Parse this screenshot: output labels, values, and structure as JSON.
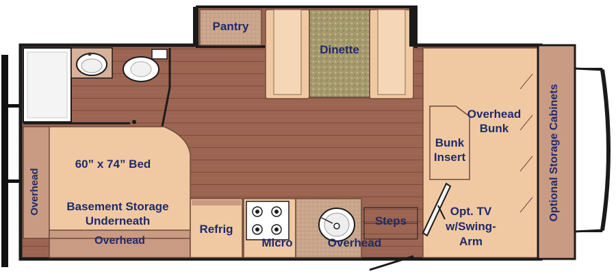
{
  "labels": {
    "pantry": "Pantry",
    "dinette": "Dinette",
    "bed": "60” x 74” Bed",
    "basement_1": "Basement Storage",
    "basement_2": "Underneath",
    "overhead_left": "Overhead",
    "overhead_bottom": "Overhead",
    "refrig": "Refrig",
    "micro": "Micro",
    "overhead_kitchen": "Overhead",
    "steps": "Steps",
    "overhead_bunk_1": "Overhead",
    "overhead_bunk_2": "Bunk",
    "bunk_insert_1": "Bunk",
    "bunk_insert_2": "Insert",
    "tv_1": "Opt. TV",
    "tv_2": "w/Swing-",
    "tv_3": "Arm",
    "storage_cabinets": "Optional Storage Cabinets"
  },
  "colors": {
    "floor": "#9c6552",
    "tan": "#f0c9a3",
    "cabinet": "#c99b82",
    "label": "#1f2a6b",
    "wall": "#1a1a1a",
    "dinette_fabric": "#a59a6e"
  }
}
